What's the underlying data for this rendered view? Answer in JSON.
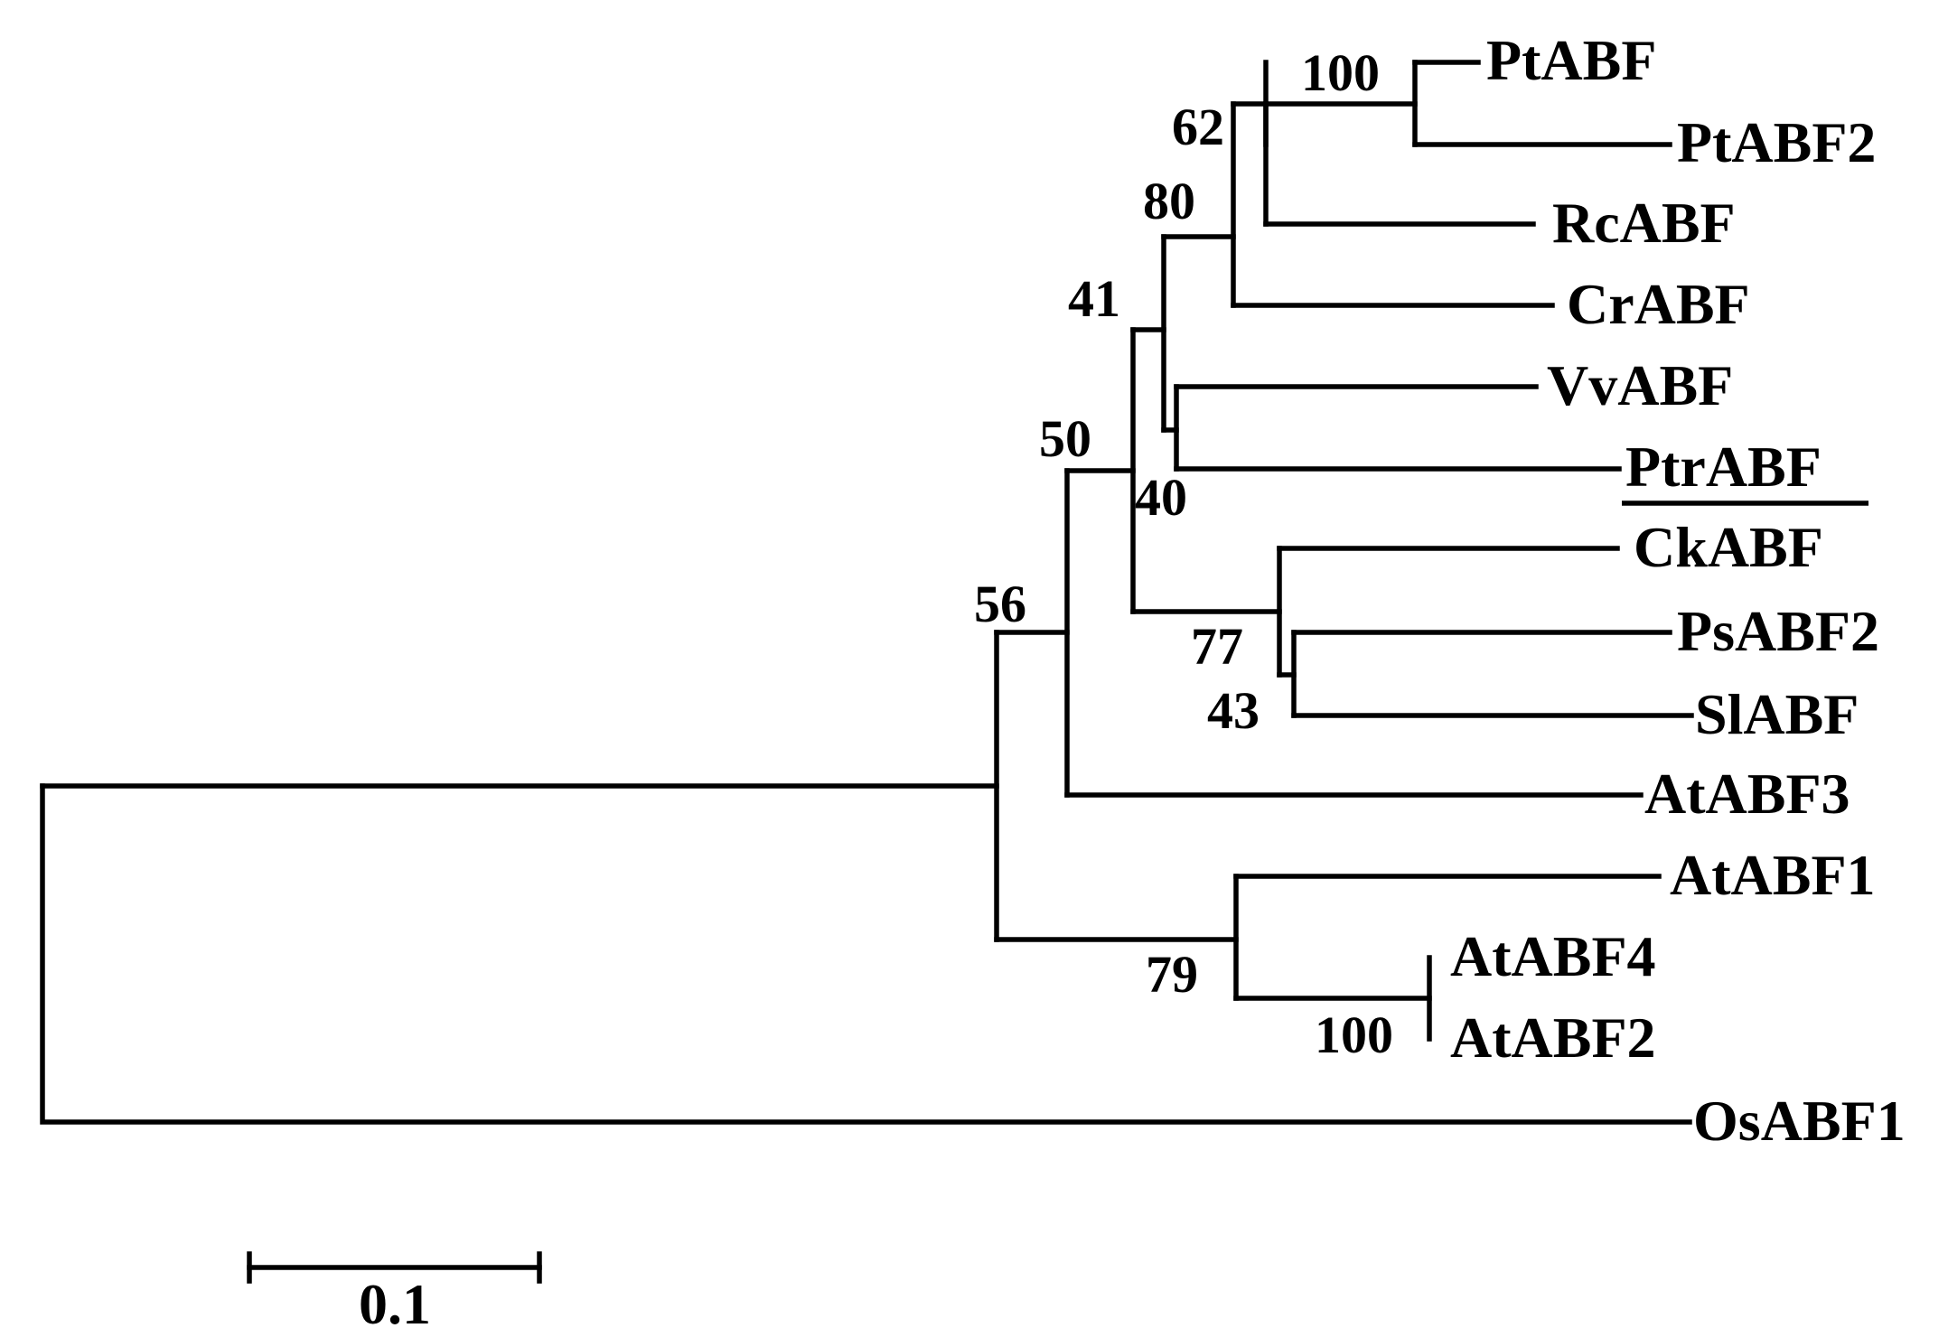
{
  "tree": {
    "taxa": [
      "PtABF",
      "PtABF2",
      "RcABF",
      "CrABF",
      "VvABF",
      "PtrABF",
      "CkABF",
      "PsABF2",
      "SlABF",
      "AtABF3",
      "AtABF1",
      "AtABF4",
      "AtABF2",
      "OsABF1"
    ],
    "highlighted_taxon": "PtrABF",
    "bootstrap_values": [
      "100",
      "62",
      "80",
      "41",
      "50",
      "40",
      "56",
      "77",
      "43",
      "79",
      "100"
    ]
  },
  "scale_bar": {
    "label": "0.1",
    "value": 0.1
  }
}
